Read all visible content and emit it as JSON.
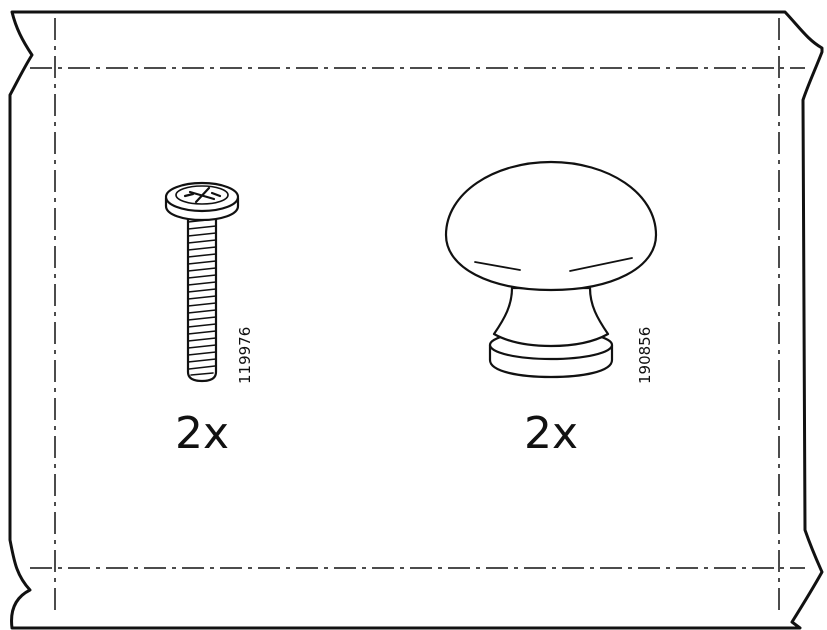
{
  "parts": [
    {
      "id": "screw",
      "icon": "screw-icon",
      "part_number": "119976",
      "quantity": "2x"
    },
    {
      "id": "knob",
      "icon": "knob-icon",
      "part_number": "190856",
      "quantity": "2x"
    }
  ],
  "colors": {
    "line": "#111111",
    "background": "#ffffff"
  }
}
